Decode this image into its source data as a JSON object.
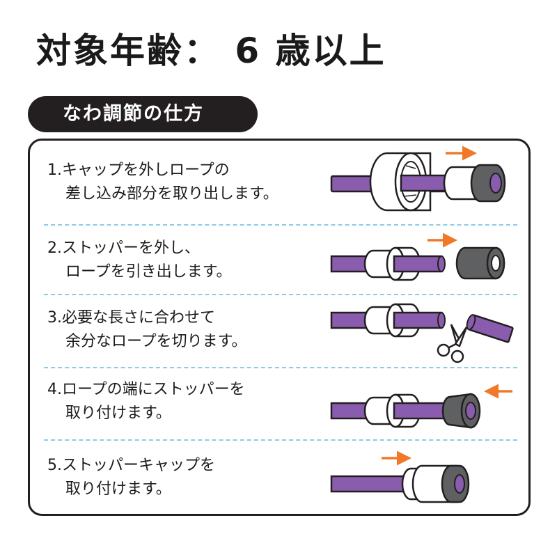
{
  "header": {
    "age_title": "対象年齢： 6 歳以上"
  },
  "section": {
    "title": "なわ調節の仕方"
  },
  "steps": [
    {
      "number": "1.",
      "line1": "キャップを外しロープの",
      "line2": "差し込み部分を取り出します。"
    },
    {
      "number": "2.",
      "line1": "ストッパーを外し、",
      "line2": "ロープを引き出します。"
    },
    {
      "number": "3.",
      "line1": "必要な長さに合わせて",
      "line2": "余分なロープを切ります。"
    },
    {
      "number": "4.",
      "line1": "ロープの端にストッパーを",
      "line2": "取り付けます。"
    },
    {
      "number": "5.",
      "line1": "ストッパーキャップを",
      "line2": "取り付けます。"
    }
  ],
  "colors": {
    "rope": "#8a5cae",
    "arrow": "#f07828",
    "stopper": "#5f6062",
    "divider": "#8ccbe6",
    "pill": "#231f20"
  },
  "icons": [
    "right-arrow-icon",
    "left-arrow-icon",
    "scissors-icon"
  ]
}
